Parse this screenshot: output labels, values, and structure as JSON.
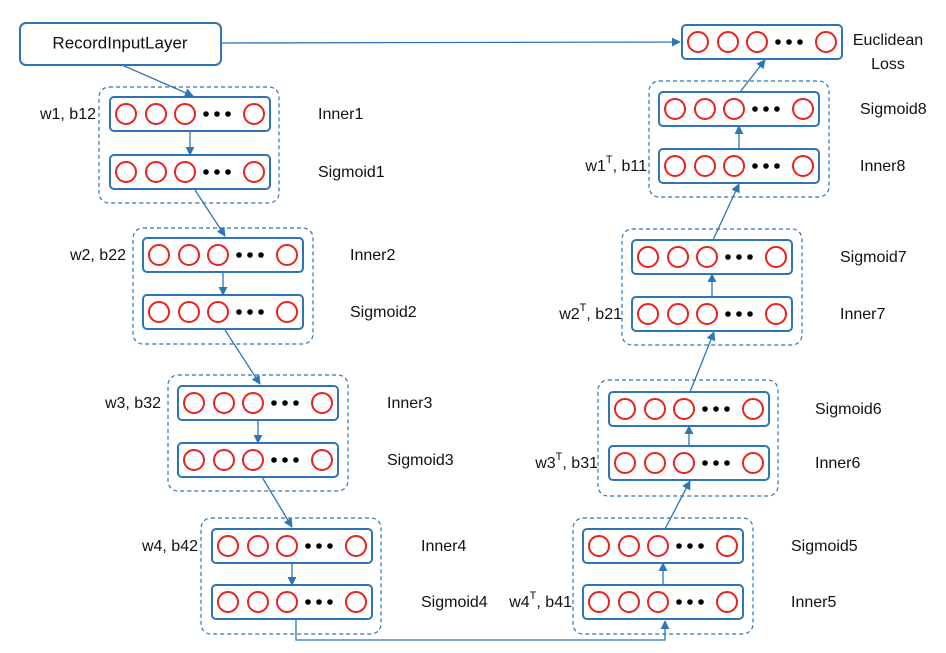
{
  "colors": {
    "box": "#2e75b6",
    "group": "#2e75b6",
    "neuron": "#e8231f",
    "arrow": "#2e75b6",
    "dots": "#000000"
  },
  "start_label": "RecordInputLayer",
  "loss_label_lines": [
    "Euclidean",
    "Loss"
  ],
  "encoder": [
    {
      "params": "w1, b12",
      "inner": "Inner1",
      "sigmoid": "Sigmoid1"
    },
    {
      "params": "w2, b22",
      "inner": "Inner2",
      "sigmoid": "Sigmoid2"
    },
    {
      "params": "w3, b32",
      "inner": "Inner3",
      "sigmoid": "Sigmoid3"
    },
    {
      "params": "w4, b42",
      "inner": "Inner4",
      "sigmoid": "Sigmoid4"
    }
  ],
  "decoder": [
    {
      "params_base": "w4",
      "params_sup": "T",
      "params_rest": ", b41",
      "inner": "Inner5",
      "sigmoid": "Sigmoid5"
    },
    {
      "params_base": "w3",
      "params_sup": "T",
      "params_rest": ", b31",
      "inner": "Inner6",
      "sigmoid": "Sigmoid6"
    },
    {
      "params_base": "w2",
      "params_sup": "T",
      "params_rest": ", b21",
      "inner": "Inner7",
      "sigmoid": "Sigmoid7"
    },
    {
      "params_base": "w1",
      "params_sup": "T",
      "params_rest": ", b11",
      "inner": "Inner8",
      "sigmoid": "Sigmoid8"
    }
  ]
}
